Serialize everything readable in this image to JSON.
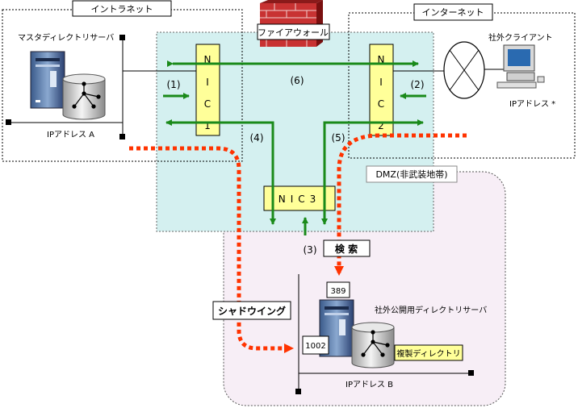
{
  "zones": {
    "intranet": "イントラネット",
    "internet": "インターネット",
    "dmz": "DMZ(非武装地帯)"
  },
  "firewall": {
    "label": "ファイアウォール"
  },
  "nics": {
    "nic1": "NIC1",
    "nic2": "NIC2",
    "nic3": "NIC3"
  },
  "servers": {
    "master": {
      "label": "マスタディレクトリサーバ",
      "ip": "IPアドレス A"
    },
    "client": {
      "label": "社外クライアント",
      "ip": "IPアドレス *"
    },
    "public": {
      "label": "社外公開用ディレクトリサーバ",
      "ip": "IPアドレス B",
      "port_search": "389",
      "port_shadow": "1002",
      "replica": "複製ディレクトリ"
    }
  },
  "flows": {
    "f1": "(1)",
    "f2": "(2)",
    "f3": "(3)",
    "f4": "(4)",
    "f5": "(5)",
    "f6": "(6)",
    "search": "検 索",
    "shadowing": "シャドウイング"
  },
  "colors": {
    "green": "#1a8a1a",
    "red": "#ff3300",
    "nic_fill": "#ffff99",
    "dmz_fill": "#d4f0f0",
    "public_fill": "#f7eef6"
  }
}
